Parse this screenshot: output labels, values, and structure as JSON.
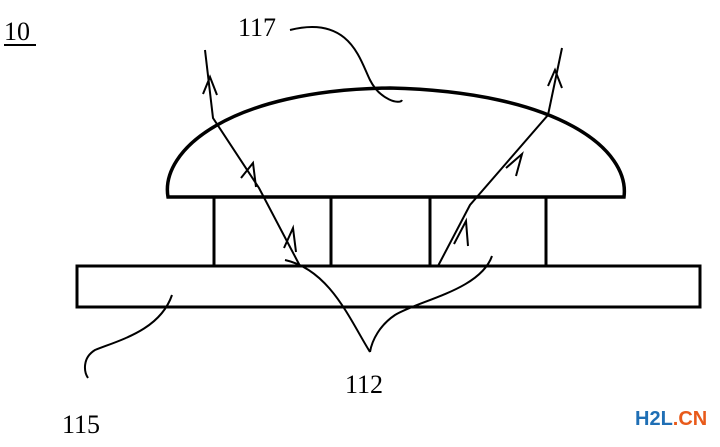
{
  "figure": {
    "figure_number": "10",
    "labels": {
      "lens": "117",
      "light_sources": "112",
      "substrate": "115"
    }
  },
  "watermark": {
    "text_part1": "H2L",
    "text_part2": ".CN",
    "color_part1": "#1f6fb5",
    "color_part2": "#e85a1a"
  }
}
